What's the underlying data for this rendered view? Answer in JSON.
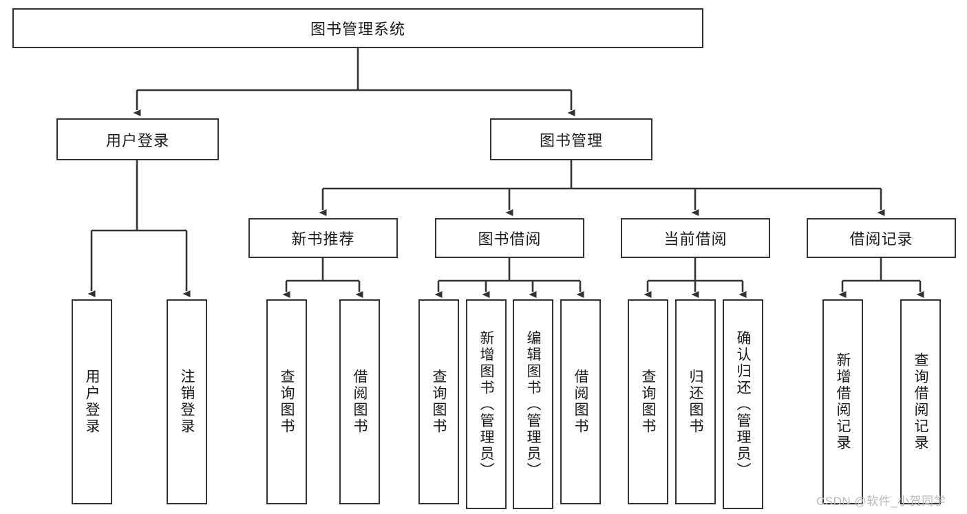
{
  "diagram": {
    "title": "图书管理系统",
    "type": "hierarchy-tree",
    "root": {
      "label": "图书管理系统"
    },
    "level2": [
      {
        "label": "用户登录"
      },
      {
        "label": "图书管理"
      }
    ],
    "level3": [
      {
        "label": "新书推荐"
      },
      {
        "label": "图书借阅"
      },
      {
        "label": "当前借阅"
      },
      {
        "label": "借阅记录"
      }
    ],
    "leaves": {
      "user_login": [
        {
          "label": "用户登录"
        },
        {
          "label": "注销登录"
        }
      ],
      "new_book_recommend": [
        {
          "label": "查询图书"
        },
        {
          "label": "借阅图书"
        }
      ],
      "book_borrow": [
        {
          "label": "查询图书"
        },
        {
          "label": "新增图书（管理员）"
        },
        {
          "label": "编辑图书（管理员）"
        },
        {
          "label": "借阅图书"
        }
      ],
      "current_borrow": [
        {
          "label": "查询图书"
        },
        {
          "label": "归还图书"
        },
        {
          "label": "确认归还（管理员）"
        }
      ],
      "borrow_record": [
        {
          "label": "新增借阅记录"
        },
        {
          "label": "查询借阅记录"
        }
      ]
    }
  },
  "watermark": {
    "text": "CSDN @软件_小贺同学"
  },
  "colors": {
    "stroke": "#333333",
    "background": "#ffffff",
    "text": "#1a1a1a",
    "watermark": "#b9b9b9"
  }
}
